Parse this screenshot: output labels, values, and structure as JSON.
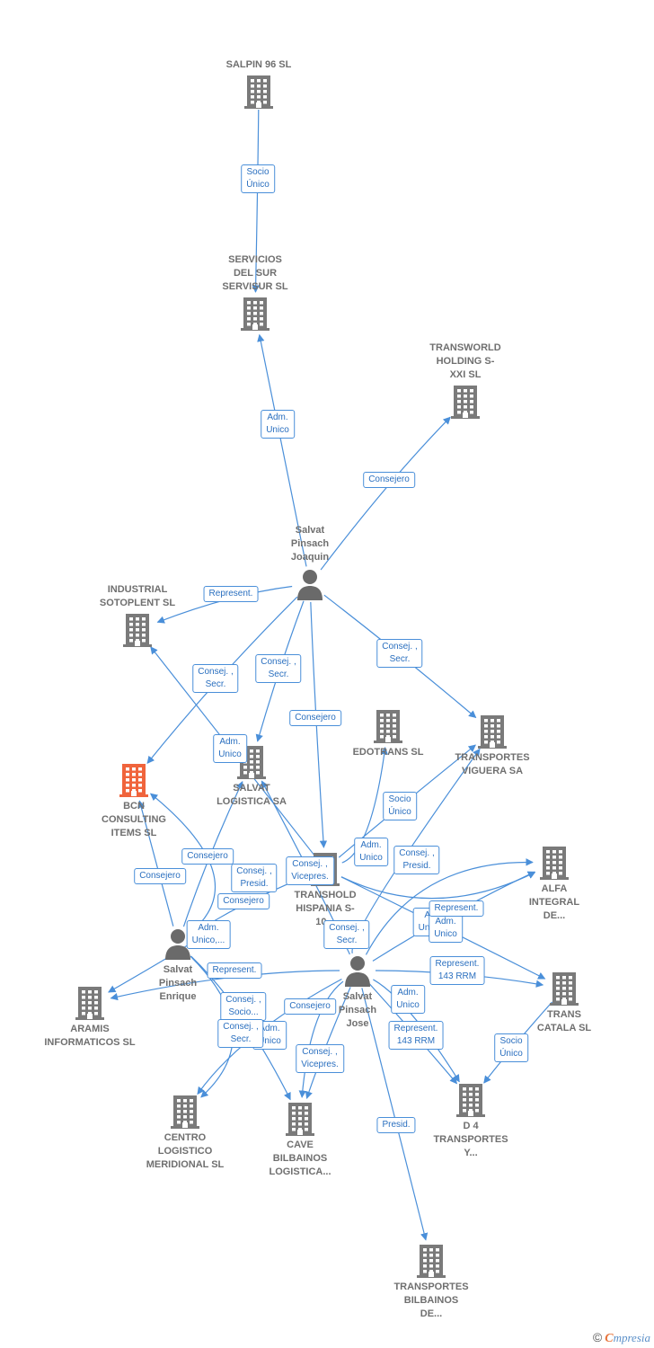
{
  "colors": {
    "edge": "#4a8fd9",
    "company": "#7a7a7a",
    "focus": "#f0643c",
    "person": "#6a6a6a"
  },
  "nodes": [
    {
      "id": "salpin",
      "type": "company",
      "label": "SALPIN 96 SL",
      "icon": "building-icon"
    },
    {
      "id": "servisur",
      "type": "company",
      "label": "SERVICIOS\nDEL SUR\nSERVISUR SL",
      "icon": "building-icon"
    },
    {
      "id": "transworld",
      "type": "company",
      "label": "TRANSWORLD\nHOLDING S-\nXXI  SL",
      "icon": "building-icon"
    },
    {
      "id": "joaquin",
      "type": "person",
      "label": "Salvat\nPinsach\nJoaquin",
      "icon": "person-icon"
    },
    {
      "id": "industrial",
      "type": "company",
      "label": "INDUSTRIAL\nSOTOPLENT SL",
      "icon": "building-icon"
    },
    {
      "id": "bcn",
      "type": "focus",
      "label": "BCN\nCONSULTING\nITEMS  SL",
      "icon": "building-icon"
    },
    {
      "id": "salvatlog",
      "type": "company",
      "label": "SALVAT\nLOGISTICA SA",
      "icon": "building-icon"
    },
    {
      "id": "edotrans",
      "type": "company",
      "label": "EDOTRANS SL",
      "icon": "building-icon"
    },
    {
      "id": "viguera",
      "type": "company",
      "label": "TRANSPORTES\nVIGUERA SA",
      "icon": "building-icon"
    },
    {
      "id": "transhold",
      "type": "company",
      "label": "TRANSHOLD\nHISPANIA S-\n10...",
      "icon": "building-icon"
    },
    {
      "id": "alfa",
      "type": "company",
      "label": "ALFA\nINTEGRAL\nDE...",
      "icon": "building-icon"
    },
    {
      "id": "enrique",
      "type": "person",
      "label": "Salvat\nPinsach\nEnrique",
      "icon": "person-icon"
    },
    {
      "id": "jose",
      "type": "person",
      "label": "Salvat\nPinsach\nJose",
      "icon": "person-icon"
    },
    {
      "id": "aramis",
      "type": "company",
      "label": "ARAMIS\nINFORMATICOS SL",
      "icon": "building-icon"
    },
    {
      "id": "transcatala",
      "type": "company",
      "label": "TRANS\nCATALA SL",
      "icon": "building-icon"
    },
    {
      "id": "centro",
      "type": "company",
      "label": "CENTRO\nLOGISTICO\nMERIDIONAL SL",
      "icon": "building-icon"
    },
    {
      "id": "cave",
      "type": "company",
      "label": "CAVE\nBILBAINOS\nLOGISTICA...",
      "icon": "building-icon"
    },
    {
      "id": "d4",
      "type": "company",
      "label": "D 4\nTRANSPORTES\nY...",
      "icon": "building-icon"
    },
    {
      "id": "tbilbainos",
      "type": "company",
      "label": "TRANSPORTES\nBILBAINOS\nDE...",
      "icon": "building-icon"
    }
  ],
  "relations": [
    {
      "from": "salpin",
      "to": "servisur",
      "label": "Socio\nÚnico"
    },
    {
      "from": "joaquin",
      "to": "servisur",
      "label": "Adm.\nUnico"
    },
    {
      "from": "joaquin",
      "to": "transworld",
      "label": "Consejero"
    },
    {
      "from": "joaquin",
      "to": "industrial",
      "label": "Represent."
    },
    {
      "from": "joaquin",
      "to": "viguera",
      "label": "Consej. ,\nSecr."
    },
    {
      "from": "joaquin",
      "to": "bcn",
      "label": "Consej. ,\nSecr."
    },
    {
      "from": "joaquin",
      "to": "salvatlog",
      "label": "Consej. ,\nSecr."
    },
    {
      "from": "joaquin",
      "to": "transhold",
      "label": "Consejero"
    },
    {
      "from": "transhold",
      "to": "industrial",
      "label": "Adm.\nUnico"
    },
    {
      "from": "transhold",
      "to": "viguera",
      "label": "Socio\nÚnico"
    },
    {
      "from": "transhold",
      "to": "edotrans",
      "label": "Adm.\nUnico"
    },
    {
      "from": "transhold",
      "to": "alfa",
      "label": "Adm.\nUnico,..."
    },
    {
      "from": "transhold",
      "to": "transcatala",
      "label": "Adm.\nUnico"
    },
    {
      "from": "enrique",
      "to": "bcn",
      "label": "Consejero"
    },
    {
      "from": "enrique",
      "to": "salvatlog",
      "label": "Consejero"
    },
    {
      "from": "enrique",
      "to": "bcn",
      "label": "Consej. ,\nPresid."
    },
    {
      "from": "enrique",
      "to": "transhold",
      "label": "Consejero"
    },
    {
      "from": "enrique",
      "to": "aramis",
      "label": "Adm.\nUnico,..."
    },
    {
      "from": "enrique",
      "to": "cave",
      "label": "Consej. ,\nSocio..."
    },
    {
      "from": "enrique",
      "to": "centro",
      "label": "Adm.\nUnico"
    },
    {
      "from": "jose",
      "to": "salvatlog",
      "label": "Consej. ,\nVicepres."
    },
    {
      "from": "jose",
      "to": "alfa",
      "label": "Consej. ,\nPresid."
    },
    {
      "from": "jose",
      "to": "viguera",
      "label": "Consej. ,\nSecr."
    },
    {
      "from": "jose",
      "to": "alfa",
      "label": "Represent."
    },
    {
      "from": "jose",
      "to": "aramis",
      "label": "Represent."
    },
    {
      "from": "jose",
      "to": "transcatala",
      "label": "Represent.\n143 RRM"
    },
    {
      "from": "jose",
      "to": "d4",
      "label": "Adm.\nUnico"
    },
    {
      "from": "jose",
      "to": "d4",
      "label": "Represent.\n143 RRM"
    },
    {
      "from": "transcatala",
      "to": "d4",
      "label": "Socio\nÚnico"
    },
    {
      "from": "jose",
      "to": "cave",
      "label": "Consejero"
    },
    {
      "from": "jose",
      "to": "cave",
      "label": "Consej. ,\nVicepres."
    },
    {
      "from": "jose",
      "to": "centro",
      "label": "Consej. ,\nSecr."
    },
    {
      "from": "jose",
      "to": "tbilbainos",
      "label": "Presid."
    }
  ],
  "footer": {
    "copyright": "©",
    "brand_initial": "C",
    "brand_rest": "mpresia"
  }
}
